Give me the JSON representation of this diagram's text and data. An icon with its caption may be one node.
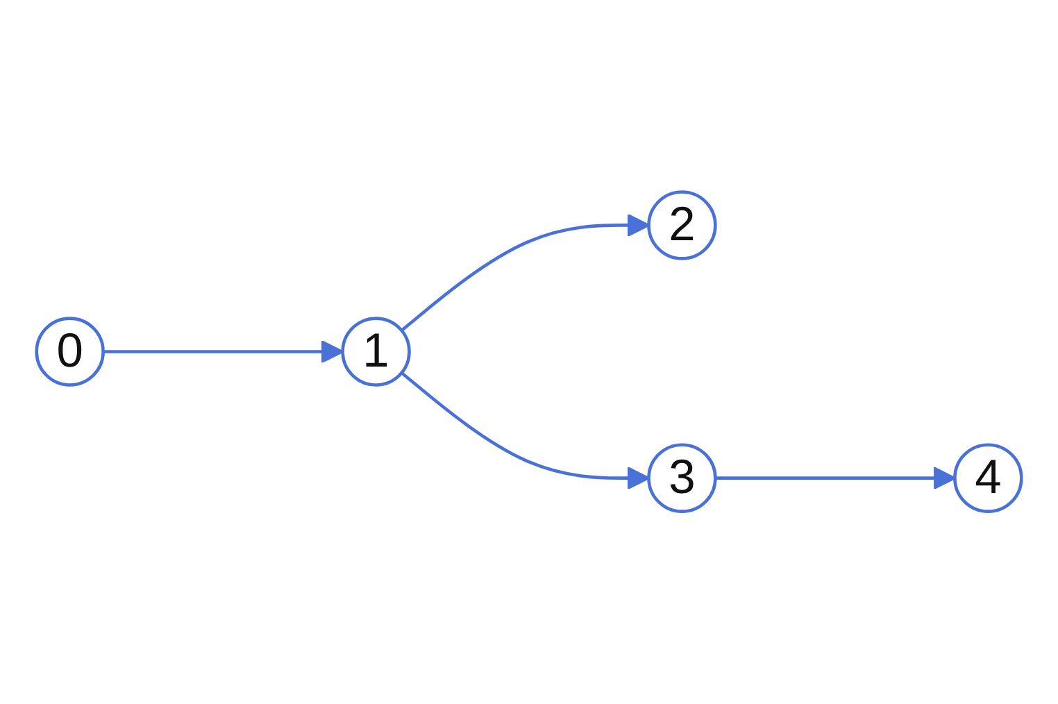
{
  "diagram": {
    "nodes": [
      {
        "text": [
          "0"
        ]
      },
      {
        "text": [
          "1"
        ]
      },
      {
        "text": [
          "2"
        ]
      },
      {
        "text": [
          "3"
        ]
      },
      {
        "text": [
          "4"
        ]
      }
    ],
    "edges": [
      {
        "from": 0,
        "to": 1,
        "arrow": "to"
      },
      {
        "from": 1,
        "to": 2,
        "arrow": "to"
      },
      {
        "from": 1,
        "to": 3,
        "arrow": "to"
      },
      {
        "from": 3,
        "to": 4,
        "arrow": "to"
      }
    ]
  }
}
